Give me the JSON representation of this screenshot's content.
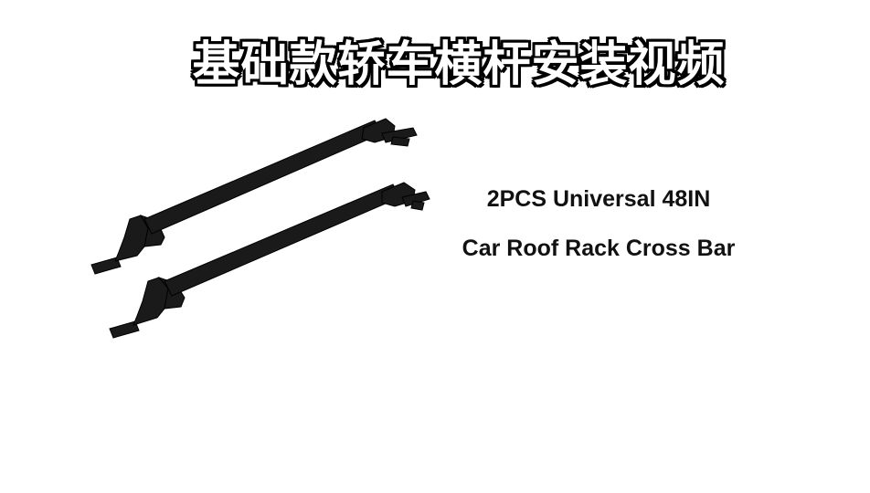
{
  "video": {
    "caption": "基础款轿车横杆安装视频"
  },
  "product": {
    "title_line1": "2PCS Universal 48IN",
    "title_line2": "Car Roof Rack Cross Bar"
  },
  "colors": {
    "background": "#ffffff",
    "caption_fill": "#ffffff",
    "caption_outline": "#000000",
    "product_text": "#111111",
    "bar_metal": "#1a1a1a"
  }
}
